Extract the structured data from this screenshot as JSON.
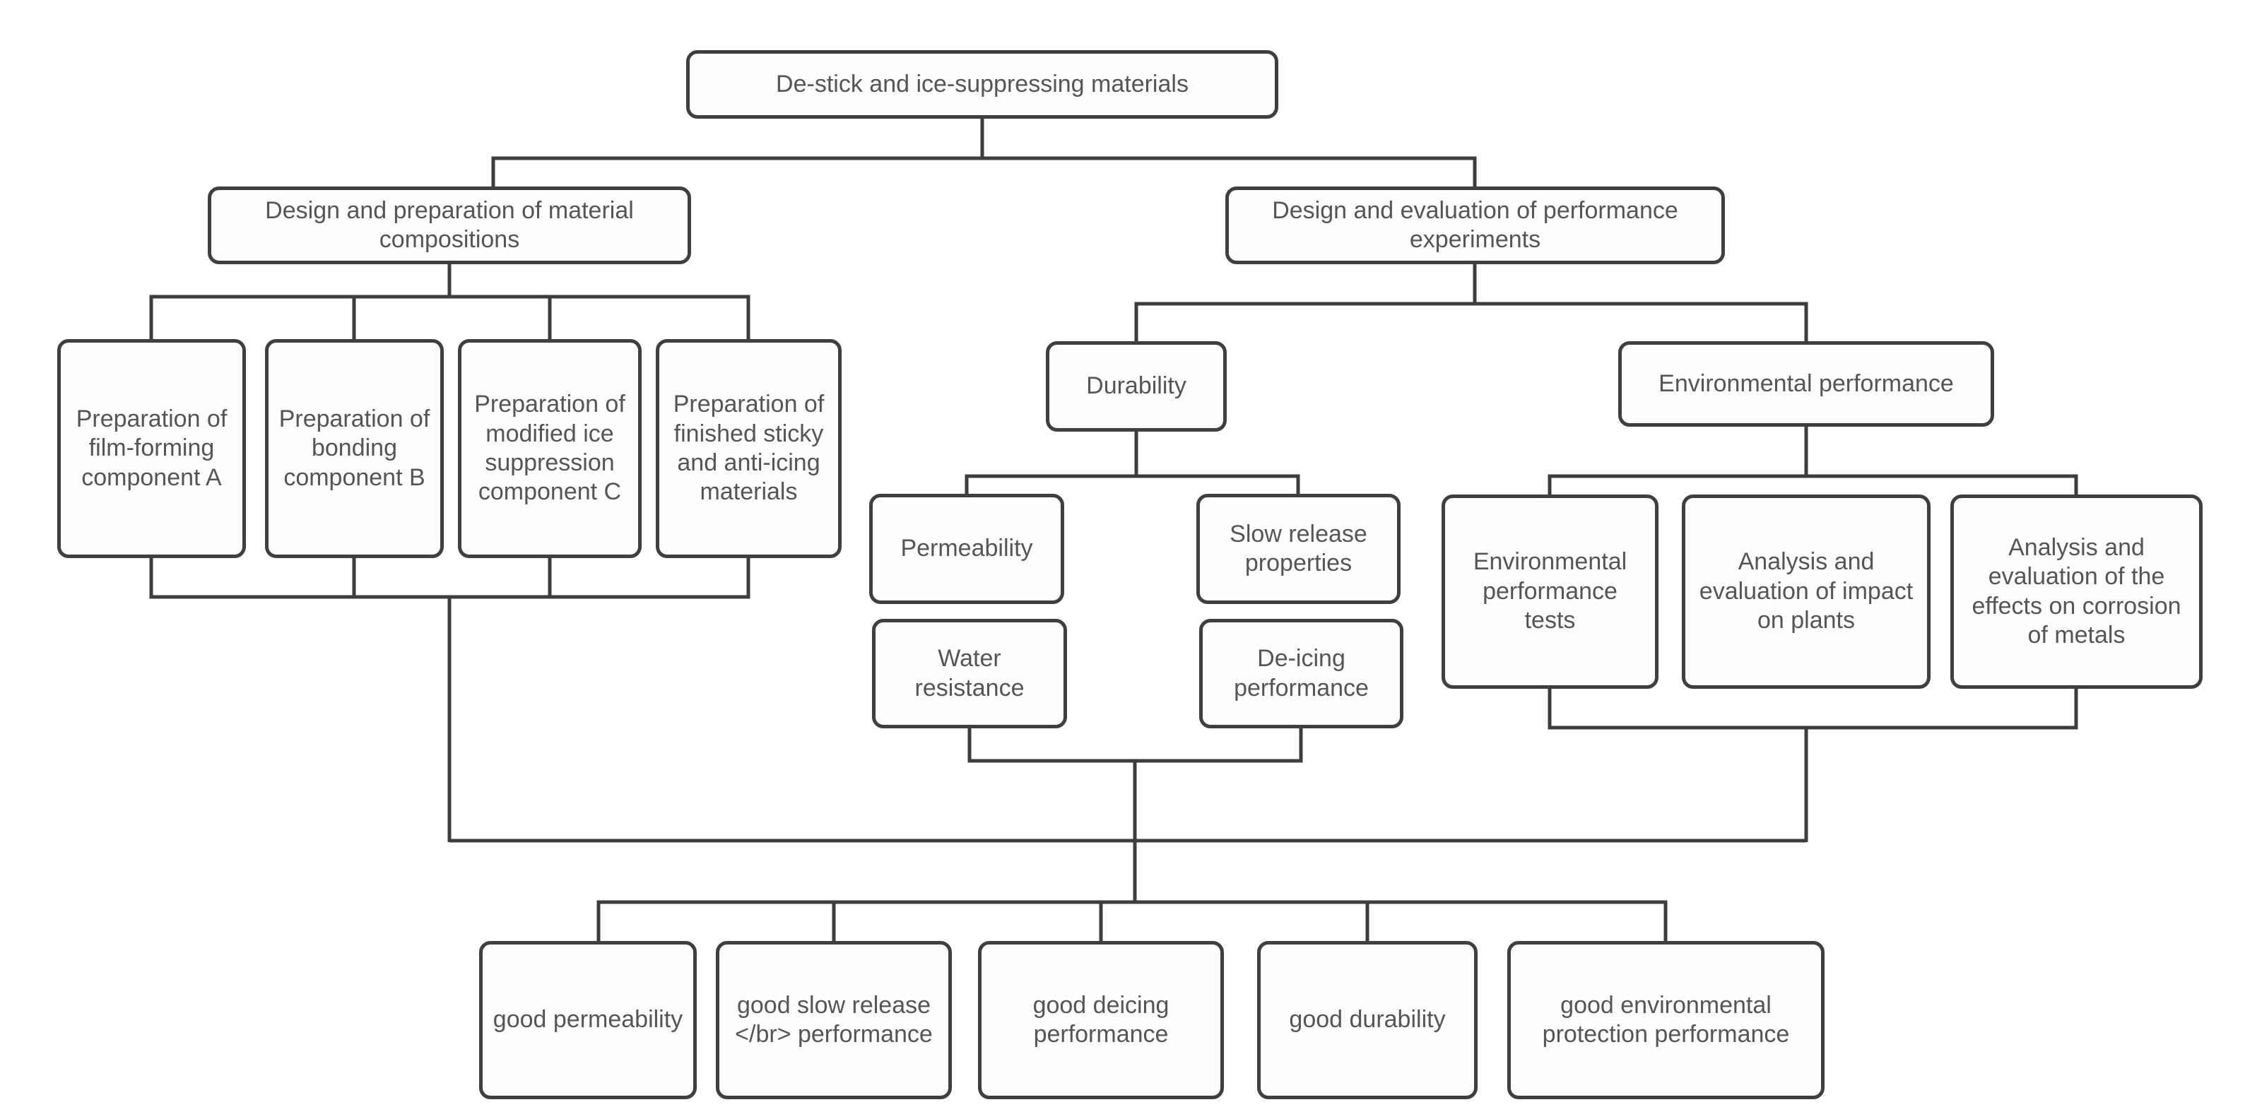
{
  "figure": {
    "background": "#ffffff",
    "line_color": "#3d3d3d",
    "box_border_color": "#3f3f3f",
    "text_color": "#555555"
  },
  "tree": {
    "root": {
      "label": "De-stick and ice-suppressing materials"
    },
    "material_branch": {
      "label": "Design and preparation of material compositions",
      "children": [
        {
          "label": "Preparation of film-forming component A"
        },
        {
          "label": "Preparation of bonding component B"
        },
        {
          "label": "Preparation of modified ice suppression component C"
        },
        {
          "label": "Preparation of finished sticky and anti-icing materials"
        }
      ]
    },
    "experiment_branch": {
      "label": "Design and evaluation of performance experiments",
      "durability": {
        "label": "Durability",
        "children": [
          {
            "label": "Permeability"
          },
          {
            "label": "Slow release properties"
          },
          {
            "label": "Water resistance"
          },
          {
            "label": "De-icing performance"
          }
        ]
      },
      "environmental": {
        "label": "Environmental performance",
        "children": [
          {
            "label": "Environmental performance tests"
          },
          {
            "label": "Analysis and evaluation of impact on plants"
          },
          {
            "label": "Analysis and evaluation of the effects on corrosion of metals"
          }
        ]
      }
    },
    "outcomes": [
      {
        "label": "good permeability"
      },
      {
        "label": "good slow release </br> performance"
      },
      {
        "label": "good deicing performance"
      },
      {
        "label": "good durability"
      },
      {
        "label": "good environmental protection performance"
      }
    ]
  }
}
